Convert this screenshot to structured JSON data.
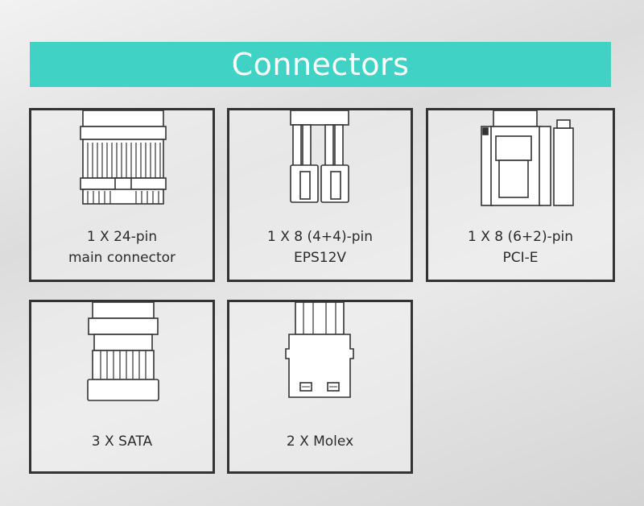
{
  "title": "Connectors",
  "colors": {
    "banner": "#3fd2c5",
    "border": "#333333",
    "text": "#2b2b2b"
  },
  "connectors": [
    {
      "icon": "atx-24pin-connector-icon",
      "line1": "1 X 24-pin",
      "line2": "main connector"
    },
    {
      "icon": "eps-8pin-connector-icon",
      "line1": "1 X 8 (4+4)-pin",
      "line2": "EPS12V"
    },
    {
      "icon": "pcie-8pin-connector-icon",
      "line1": "1 X 8 (6+2)-pin",
      "line2": "PCI-E"
    },
    {
      "icon": "sata-connector-icon",
      "line1": "3 X SATA",
      "line2": ""
    },
    {
      "icon": "molex-connector-icon",
      "line1": "2 X Molex",
      "line2": ""
    }
  ]
}
